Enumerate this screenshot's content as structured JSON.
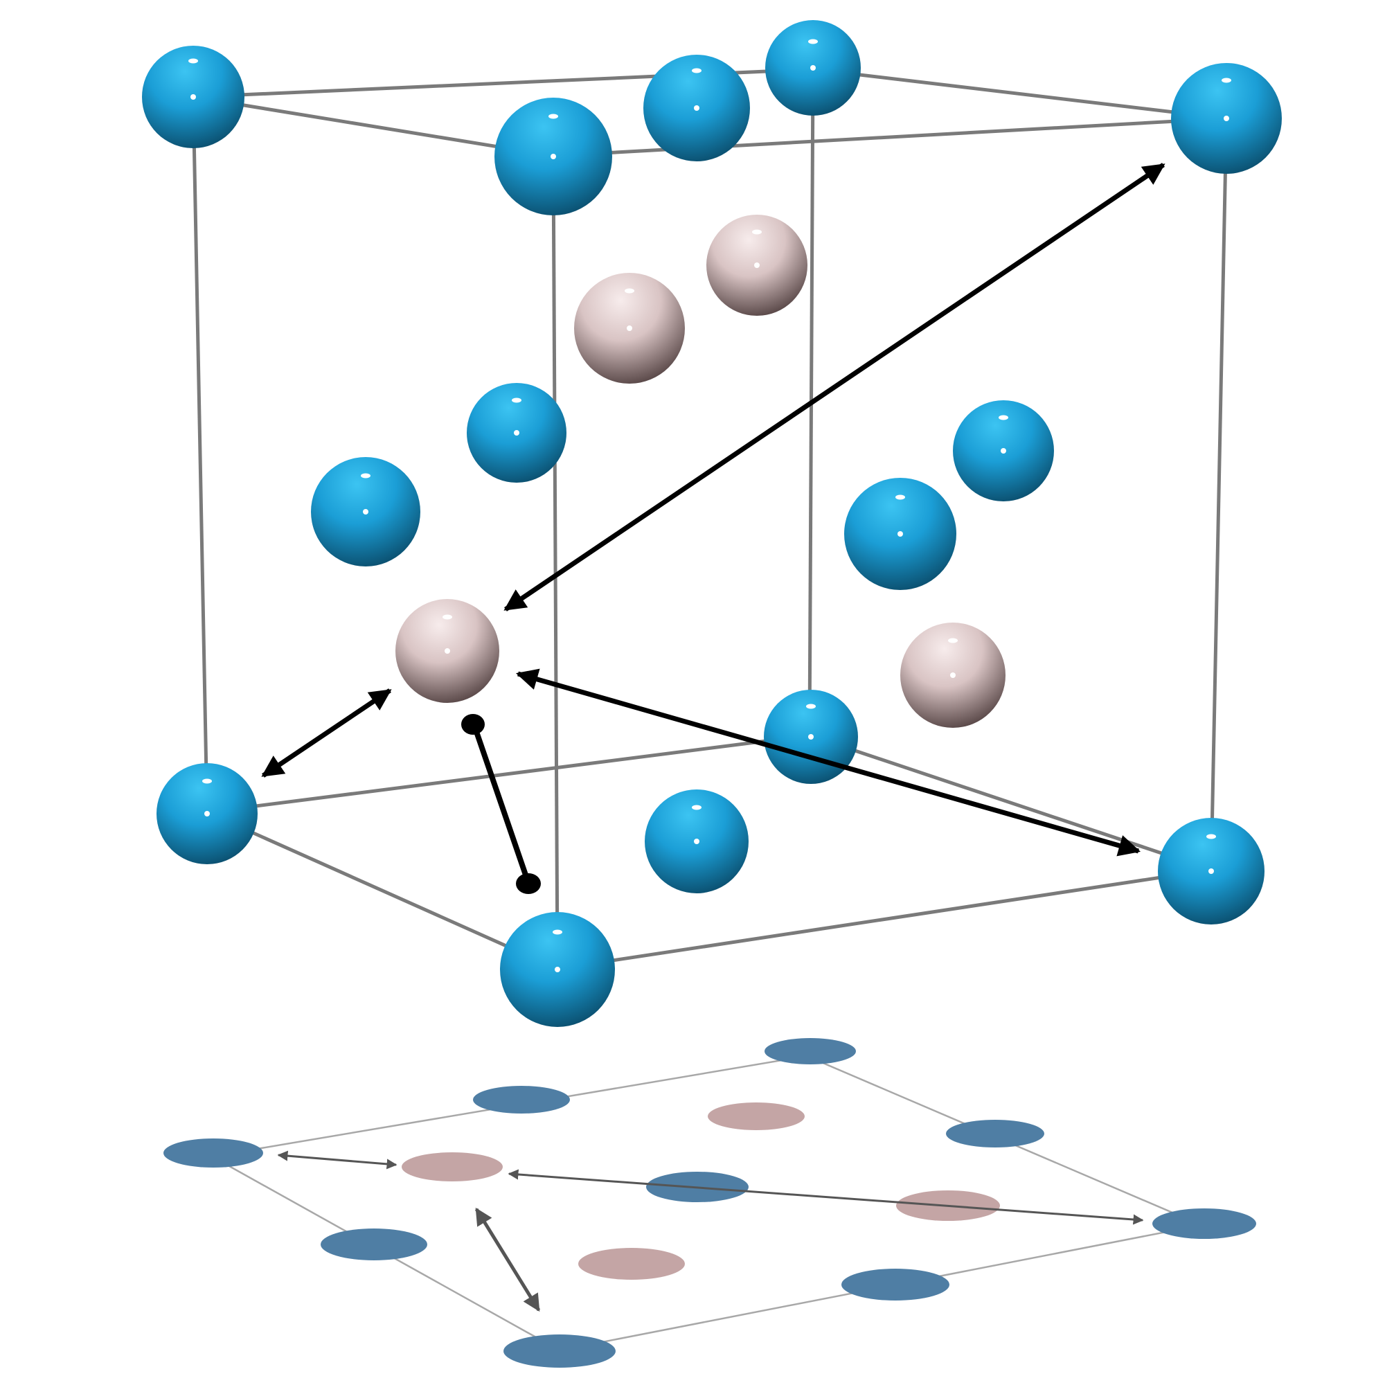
{
  "figure": {
    "description_text": "",
    "colors": {
      "background": "#ffffff",
      "host_atom": "#1b9ed6",
      "host_atom_light": "#3cc4f2",
      "host_atom_dark": "#0a4a68",
      "interstitial_atom": "#d9c4c4",
      "interstitial_atom_light": "#f7ecec",
      "interstitial_atom_dark": "#4f3e3e",
      "cell_edge": "#7a7a7a",
      "arrow": "#000000",
      "projection_host": "#4f7ea4",
      "projection_interstitial": "#c4a5a5",
      "projection_edge": "#a8a8a8",
      "projection_arrow": "#555555"
    },
    "atom_types": [
      "host-atom",
      "interstitial-atom"
    ],
    "arrow_types": [
      "double-headed-arrow",
      "dumbbell-link"
    ]
  }
}
